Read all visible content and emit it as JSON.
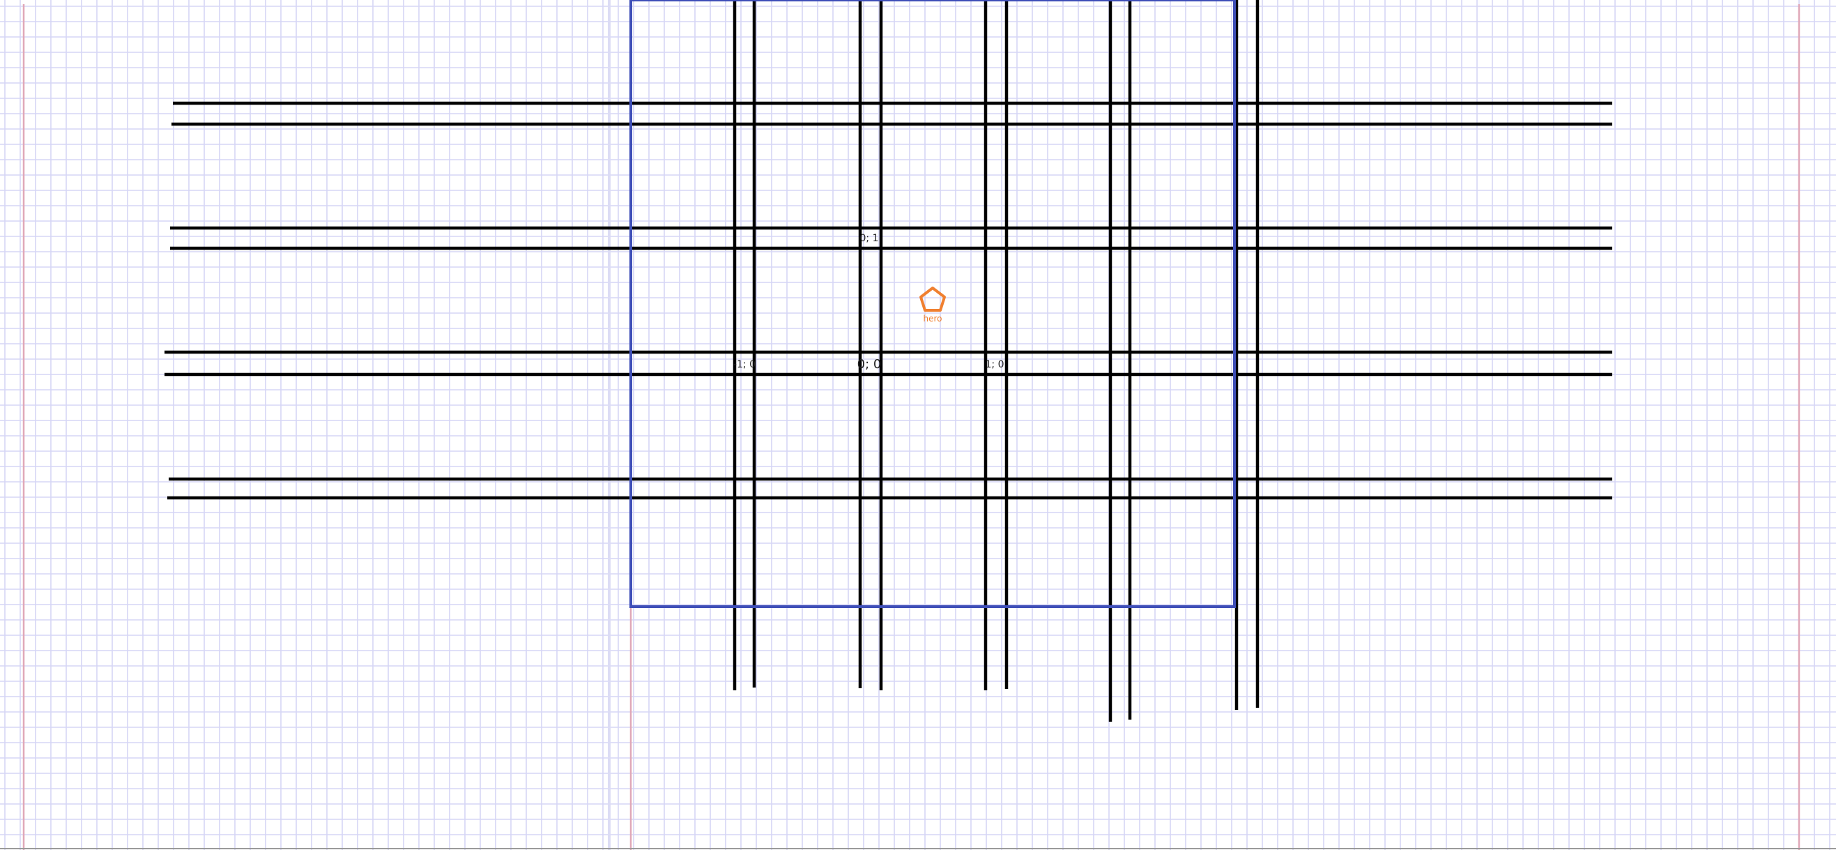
{
  "colors": {
    "background": "#ffffff",
    "grid_line": "#d6d6f5",
    "margin_line": "#e0a8b8",
    "maze_line": "#000000",
    "viewport_frame": "#3f4fb8",
    "hero": "#f08030",
    "label": "#222222"
  },
  "hero": {
    "label": "hero",
    "icon": "pentagon-icon"
  },
  "cell_labels": {
    "top": "0; 1",
    "left": "-1; 0",
    "origin": "0; 0",
    "right": "1; 0"
  }
}
